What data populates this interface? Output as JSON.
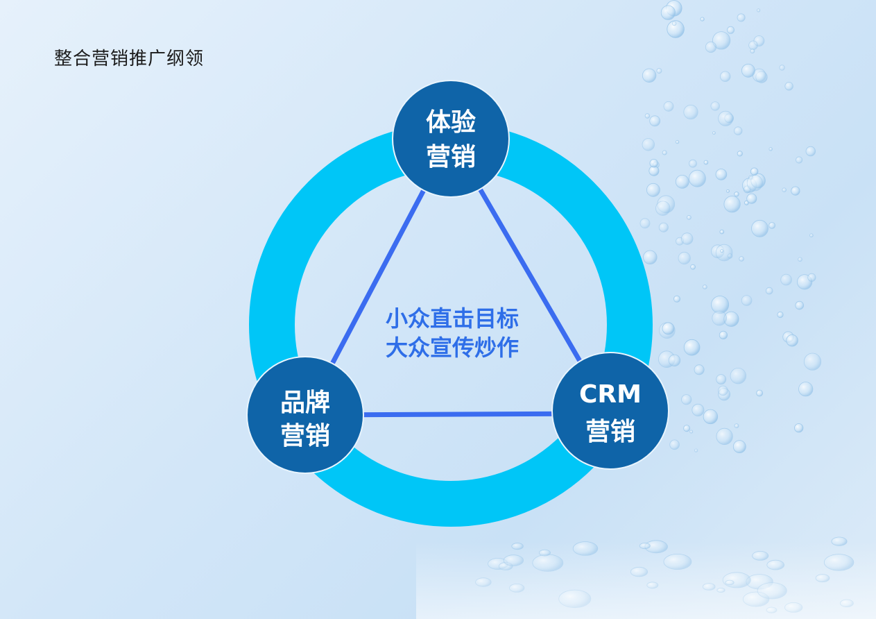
{
  "title": "整合营销推广纲领",
  "nodes": {
    "top": {
      "line1": "体验",
      "line2": "营销"
    },
    "left": {
      "line1": "品牌",
      "line2": "营销"
    },
    "right": {
      "line1": "CRM",
      "line2": "营销"
    }
  },
  "center": {
    "line1": "小众直击目标",
    "line2": "大众宣传炒作"
  },
  "colors": {
    "ring": "#00c6f7",
    "node_fill": "#0f64a8",
    "triangle": "#3b6cf0",
    "center_text": "#2e6ee8"
  }
}
